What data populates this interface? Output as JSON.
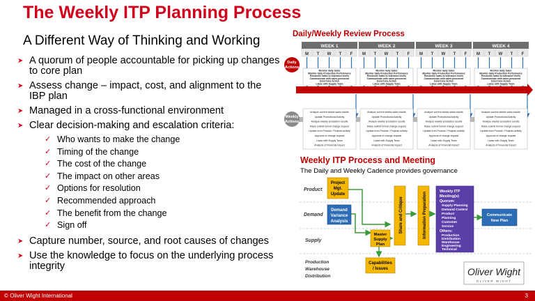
{
  "slide": {
    "title": "The Weekly ITP Planning Process",
    "subtitle": "A Different Way of Thinking and Working",
    "bullets": [
      "A quorum of people accountable for picking up changes to core plan",
      "Assess change – impact, cost, and alignment to the IBP plan",
      "Managed in a cross-functional environment",
      "Clear decision-making and escalation criteria:"
    ],
    "criteria": [
      "Who wants to make the change",
      "Timing of the change",
      "The cost of the change",
      "The impact on other areas",
      "Options for resolution",
      "Recommended approach",
      "The benefit from the change",
      "Sign off"
    ],
    "bullets_after": [
      "Capture number, source, and root causes of changes",
      "Use the knowledge to focus on the underlying process integrity"
    ]
  },
  "review": {
    "title": "Daily/Weekly Review Process",
    "weeks": [
      "WEEK 1",
      "WEEK 2",
      "WEEK 3",
      "WEEK 4"
    ],
    "days": [
      "M",
      "T",
      "W",
      "T",
      "F"
    ],
    "daily_label_1": "Daily",
    "daily_label_2": "Actions",
    "weekly_label_1": "Weekly",
    "weekly_label_2": "Actions",
    "daily_actions": [
      "Monitor daily Sales",
      "Monitor daily Production Performance",
      "Reconcile sales to tolerance levels",
      "Communicate with sales personnel",
      "Determine Action",
      "Liaise with Supply Team"
    ],
    "weekly_actions": [
      "Analyze current weeks sales results",
      "Update Promotional Activity",
      "Analyze weekly production results",
      "Raise submit formal change request",
      "Update from Product / Projects activity",
      "Approval of change request",
      "Liaise with Supply Team",
      "Analysis of Financial Impact"
    ]
  },
  "meeting": {
    "title": "Weekly ITP Process and Meeting",
    "subtitle": "The Daily and Weekly Cadence provides governance",
    "lanes": [
      "Product",
      "Demand",
      "Supply",
      "Production",
      "Warehouse",
      "Distribution"
    ],
    "project_1": "Project",
    "project_2": "Mgt.",
    "project_3": "Update",
    "dva_1": "Demand",
    "dva_2": "Variance",
    "dva_3": "Analysis",
    "msp_1": "Master",
    "msp_2": "Supply",
    "msp_3": "Plan",
    "cap_1": "Capabilities",
    "cap_2": "/ Issues",
    "share": "Share and Critique",
    "info": "Information Preparation",
    "itp_title_1": "Weekly ITP",
    "itp_title_2": "Meeting(s)",
    "quorum": "Quorum:",
    "quorum_items": [
      "Supply Planning",
      "Demand Control",
      "Product",
      "Planning",
      "Customer",
      "Service"
    ],
    "others": "Others:",
    "others_items": [
      "Production",
      "Distribution",
      "Warehouse",
      "Engineering",
      "Technical"
    ],
    "plan_1": "Communicate",
    "plan_2": "New Plan"
  },
  "footer": {
    "copyright": "© Oliver Wight International",
    "page": "3"
  },
  "logo": {
    "text": "Oliver Wight",
    "tagline": "OLIVER WIGHT"
  },
  "colors": {
    "accent": "#d0021b",
    "footer": "#c00000",
    "blue": "#2d6db5",
    "yellow": "#f5b800",
    "green": "#3a9a3a"
  }
}
